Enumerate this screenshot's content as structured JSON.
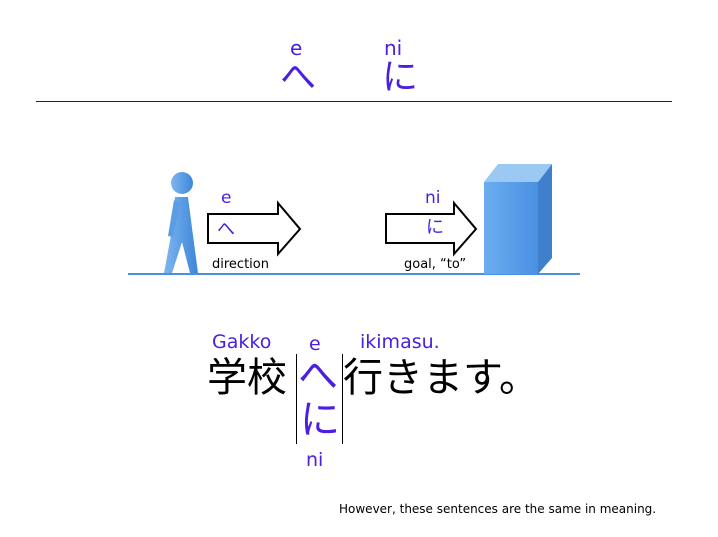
{
  "title_pair": [
    {
      "romaji": "e",
      "kana": "へ"
    },
    {
      "romaji": "ni",
      "kana": "に"
    }
  ],
  "diagram": {
    "left_romaji": "e",
    "left_kana": "へ",
    "left_label": "direction",
    "right_romaji": "ni",
    "right_kana": "に",
    "right_label": "goal, “to”",
    "icons": [
      "walking-person-icon",
      "right-arrow-icon",
      "building-block-icon"
    ]
  },
  "sentence": {
    "romaji_gakko": "Gakko",
    "romaji_e": "e",
    "romaji_ikimasu": "ikimasu.",
    "word_school": "学校",
    "particle_e": "へ",
    "particle_ni": "に",
    "verb": "行きます。",
    "romaji_ni": "ni"
  },
  "footer_note": "However, these sentences are the same in meaning.",
  "colors": {
    "accent": "#4a1fe0",
    "figure": "#4a90e2",
    "line": "#4a90e2"
  }
}
